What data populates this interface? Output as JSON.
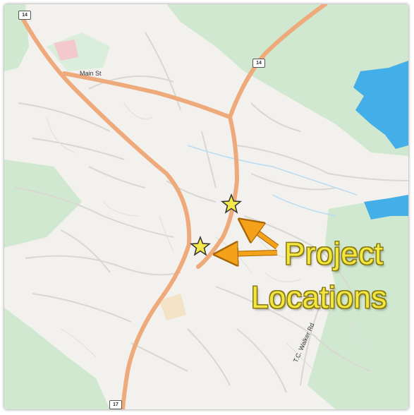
{
  "map": {
    "road_labels": {
      "main_st": "Main St",
      "tc_walker_rd": "T.C. Walker Rd"
    },
    "route_shields": {
      "top_left": "14",
      "top_right": "14",
      "bottom": "17"
    },
    "callout": {
      "line1": "Project",
      "line2": "Locations"
    },
    "markers": [
      "project-location",
      "project-location"
    ],
    "colors": {
      "land": "#f2f1ee",
      "park": "#c8e6c9",
      "water": "#3fa9e8",
      "highway": "#eeaa7a",
      "street": "#d6d4cf",
      "marker": "#f5e84a",
      "callout_text": "#f2e641",
      "arrow": "#f3a21a"
    }
  }
}
